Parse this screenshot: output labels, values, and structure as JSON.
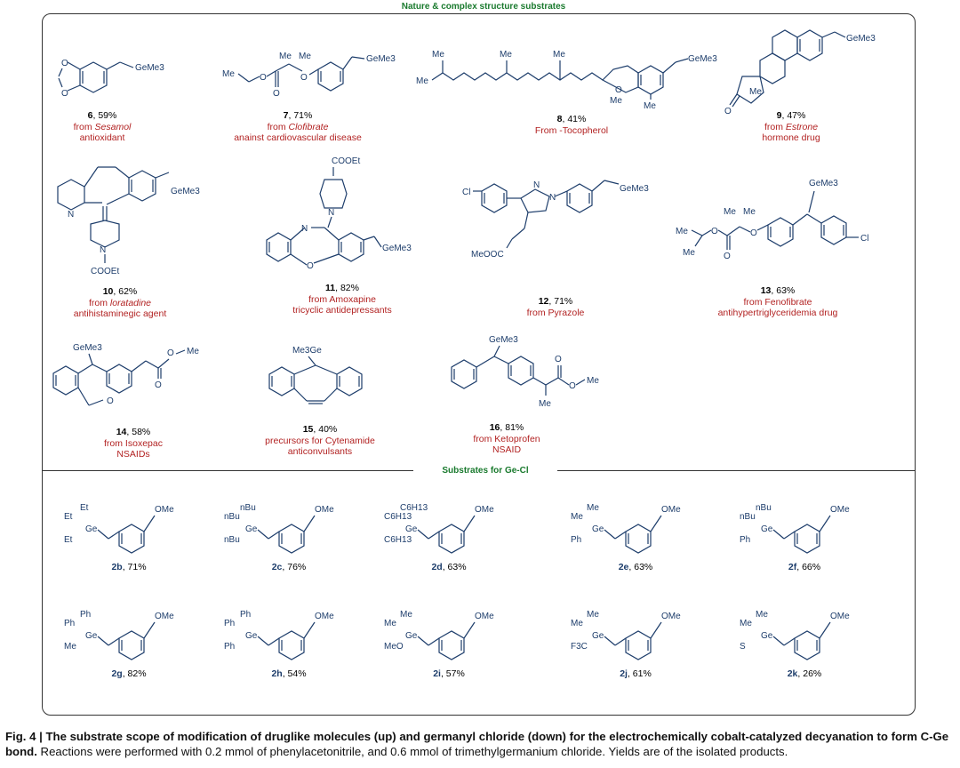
{
  "sections": {
    "top_title": "Nature  & complex structure substrates",
    "bottom_title": "Substrates for Ge-Cl"
  },
  "top": [
    {
      "num": "6",
      "yield": ", 59%",
      "src_prefix": "from ",
      "src_name": "Sesamol",
      "use": "antioxidant",
      "label": "GeMe3"
    },
    {
      "num": "7",
      "yield": ", 71%",
      "src_prefix": "from ",
      "src_name": "Clofibrate",
      "use": "anainst cardiovascular disease",
      "label": "GeMe3"
    },
    {
      "num": "8",
      "yield": ", 41%",
      "src_prefix": "From -Tocopherol",
      "src_name": "",
      "use": "",
      "label": "GeMe3"
    },
    {
      "num": "9",
      "yield": ", 47%",
      "src_prefix": "from ",
      "src_name": "Estrone",
      "use": "hormone drug",
      "label": "GeMe3"
    },
    {
      "num": "10",
      "yield": ", 62%",
      "src_prefix": "from ",
      "src_name": "loratadine",
      "use": "antihistaminegic agent",
      "label": "GeMe3"
    },
    {
      "num": "11",
      "yield": ", 82%",
      "src_prefix": "from Amoxapine",
      "src_name": "",
      "use": "tricyclic antidepressants",
      "label": "GeMe3"
    },
    {
      "num": "12",
      "yield": ", 71%",
      "src_prefix": "from Pyrazole",
      "src_name": "",
      "use": "",
      "label": "GeMe3"
    },
    {
      "num": "13",
      "yield": ", 63%",
      "src_prefix": "from Fenofibrate",
      "src_name": "",
      "use": "antihypertriglyceridemia drug",
      "label": "GeMe3"
    },
    {
      "num": "14",
      "yield": ", 58%",
      "src_prefix": "from Isoxepac",
      "src_name": "",
      "use": "NSAIDs",
      "label": "GeMe3"
    },
    {
      "num": "15",
      "yield": ", 40%",
      "src_prefix": "precursors for Cytenamide",
      "src_name": "",
      "use": "anticonvulsants",
      "label": "Me3Ge"
    },
    {
      "num": "16",
      "yield": ", 81%",
      "src_prefix": "from Ketoprofen",
      "src_name": "",
      "use": "NSAID",
      "label": "GeMe3"
    }
  ],
  "bottom": [
    {
      "num": "2b",
      "yield": ", 71%",
      "subs": [
        "Et",
        "Et",
        "Et"
      ]
    },
    {
      "num": "2c",
      "yield": ", 76%",
      "subs": [
        "nBu",
        "nBu",
        "nBu"
      ]
    },
    {
      "num": "2d",
      "yield": ", 63%",
      "subs": [
        "C6H13",
        "C6H13",
        "C6H13"
      ]
    },
    {
      "num": "2e",
      "yield": ", 63%",
      "subs": [
        "Me",
        "Me",
        "Ph"
      ]
    },
    {
      "num": "2f",
      "yield": ", 66%",
      "subs": [
        "nBu",
        "nBu",
        "Ph"
      ]
    },
    {
      "num": "2g",
      "yield": ", 82%",
      "subs": [
        "Ph",
        "Ph",
        "Me"
      ]
    },
    {
      "num": "2h",
      "yield": ", 54%",
      "subs": [
        "Ph",
        "Ph",
        "Ph"
      ]
    },
    {
      "num": "2i",
      "yield": ", 57%",
      "subs": [
        "Me",
        "Me",
        "MeO"
      ]
    },
    {
      "num": "2j",
      "yield": ", 61%",
      "subs": [
        "Me",
        "Me",
        "F3C"
      ]
    },
    {
      "num": "2k",
      "yield": ", 26%",
      "subs": [
        "Me",
        "Me",
        "S"
      ]
    }
  ],
  "labels": {
    "ome": "OMe",
    "ge": "Ge",
    "me": "Me",
    "cooet": "COOEt",
    "meooc": "MeOOC",
    "cl": "Cl",
    "n": "N",
    "o": "O"
  },
  "caption": {
    "fig": "Fig. 4 | ",
    "bold": "The substrate scope of modification of druglike molecules (up) and germanyl chloride (down) for the electrochemically cobalt-catalyzed decyanation to form C-Ge bond.",
    "rest": " Reactions were performed with 0.2 mmol of phenylacetonitrile, and 0.6 mmol of trimethylgermanium chloride. Yields are of the isolated products."
  }
}
